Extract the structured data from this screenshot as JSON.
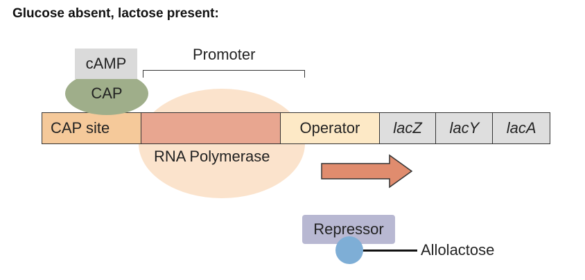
{
  "title": "Glucose absent, lactose present:",
  "promoter_label": "Promoter",
  "camp_label": "cAMP",
  "cap_label": "CAP",
  "dna_segments": {
    "cap_site": "CAP site",
    "rna_polymerase_site": "",
    "operator": "Operator",
    "lacZ": "lacZ",
    "lacY": "lacY",
    "lacA": "lacA"
  },
  "rna_polymerase_label": "RNA Polymerase",
  "repressor_label": "Repressor",
  "allolactose_label": "Allolactose",
  "colors": {
    "cap_site": "#f5c99a",
    "rna_polymerase": "#e8a690",
    "rna_polymerase_halo": "#fbe3cc",
    "operator": "#fde9c6",
    "genes": "#dedede",
    "camp": "#dadada",
    "cap": "#9fae8a",
    "arrow": "#e08c6e",
    "repressor": "#b8b8d2",
    "allolactose": "#7eaed6"
  }
}
